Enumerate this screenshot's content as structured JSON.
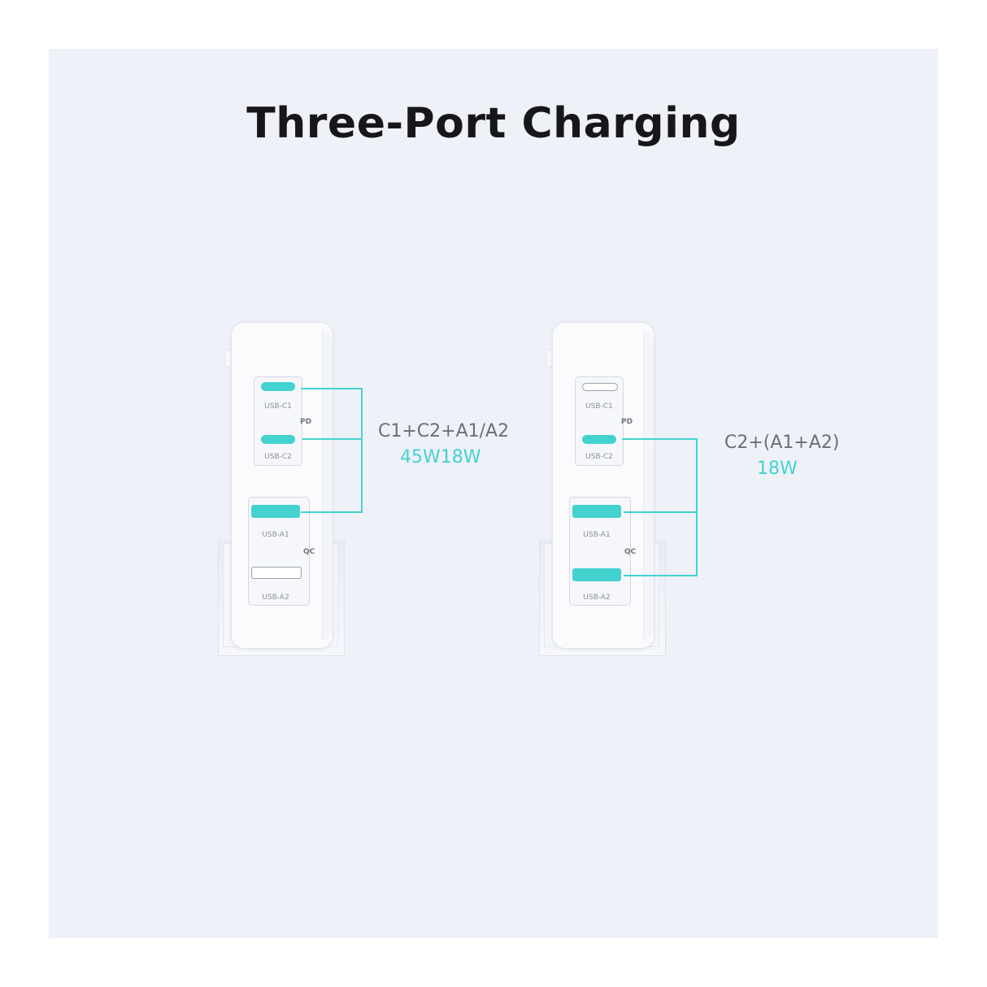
{
  "title": "Three-Port Charging",
  "colors": {
    "active_port": "#43d2d0",
    "background_panel": "#eff1f8",
    "title_text": "#17171a"
  },
  "port_labels": {
    "usb_c1": "USB-C1",
    "usb_c2": "USB-C2",
    "usb_a1": "USB-A1",
    "usb_a2": "USB-A2",
    "pd": "PD",
    "qc": "QC"
  },
  "left_config": {
    "combo": "C1+C2+A1/A2",
    "watts": "45W18W",
    "active_ports": [
      "usb_c1",
      "usb_c2",
      "usb_a1"
    ]
  },
  "right_config": {
    "combo": "C2+(A1+A2)",
    "watts": "18W",
    "active_ports": [
      "usb_c2",
      "usb_a1",
      "usb_a2"
    ]
  }
}
